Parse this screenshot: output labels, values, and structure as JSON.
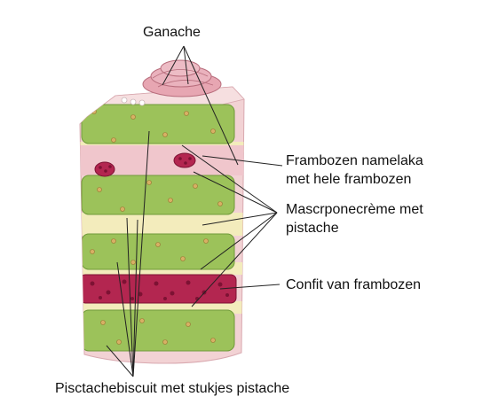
{
  "labels": {
    "ganache": "Ganache",
    "namelaka_line1": "Frambozen namelaka",
    "namelaka_line2": "met hele frambozen",
    "mascarpone_line1": "Mascrponecrème met",
    "mascarpone_line2": "pistache",
    "confit": "Confit van frambozen",
    "biscuit": "Pisctachebiscuit met stukjes pistache"
  },
  "colors": {
    "pistachio": "#9cc25a",
    "pistachio_dark": "#6f9a3a",
    "raspberry": "#b32650",
    "raspberry_dark": "#7d1233",
    "cream": "#f3ecbc",
    "pink_cream": "#f0c6cc",
    "icing": "#f2cfd2",
    "leader_line": "#222222"
  }
}
